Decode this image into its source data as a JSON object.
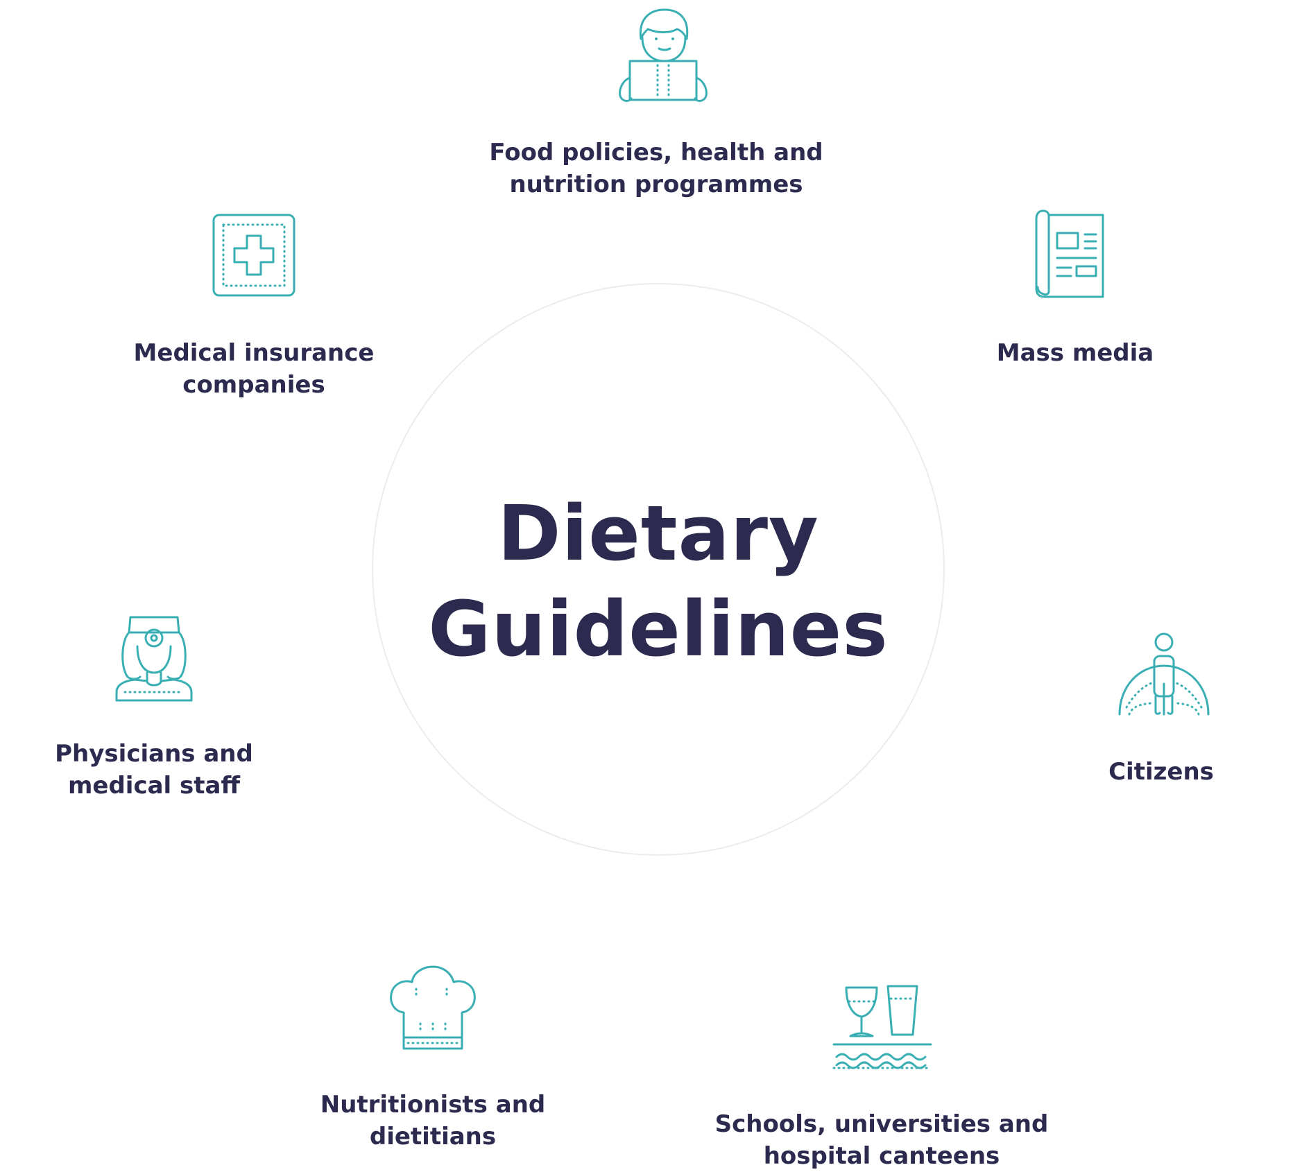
{
  "center": {
    "title_line1": "Dietary",
    "title_line2": "Guidelines"
  },
  "nodes": [
    {
      "id": "food-policies",
      "icon": "person-reading-icon",
      "line1": "Food policies, health and",
      "line2": "nutrition programmes"
    },
    {
      "id": "mass-media",
      "icon": "newspaper-icon",
      "line1": "Mass media",
      "line2": ""
    },
    {
      "id": "citizens",
      "icon": "person-on-globe-icon",
      "line1": "Citizens",
      "line2": ""
    },
    {
      "id": "canteens",
      "icon": "glasses-on-table-icon",
      "line1": "Schools, universities and",
      "line2": "hospital canteens"
    },
    {
      "id": "nutritionists",
      "icon": "chef-hat-icon",
      "line1": "Nutritionists and",
      "line2": "dietitians"
    },
    {
      "id": "physicians",
      "icon": "doctor-icon",
      "line1": "Physicians and",
      "line2": "medical staff"
    },
    {
      "id": "insurance",
      "icon": "medical-cross-card-icon",
      "line1": "Medical insurance",
      "line2": "companies"
    }
  ],
  "colors": {
    "icon_teal": "#3aafb3",
    "text_navy": "#2c2a4e",
    "circle_gray": "#ececec"
  }
}
